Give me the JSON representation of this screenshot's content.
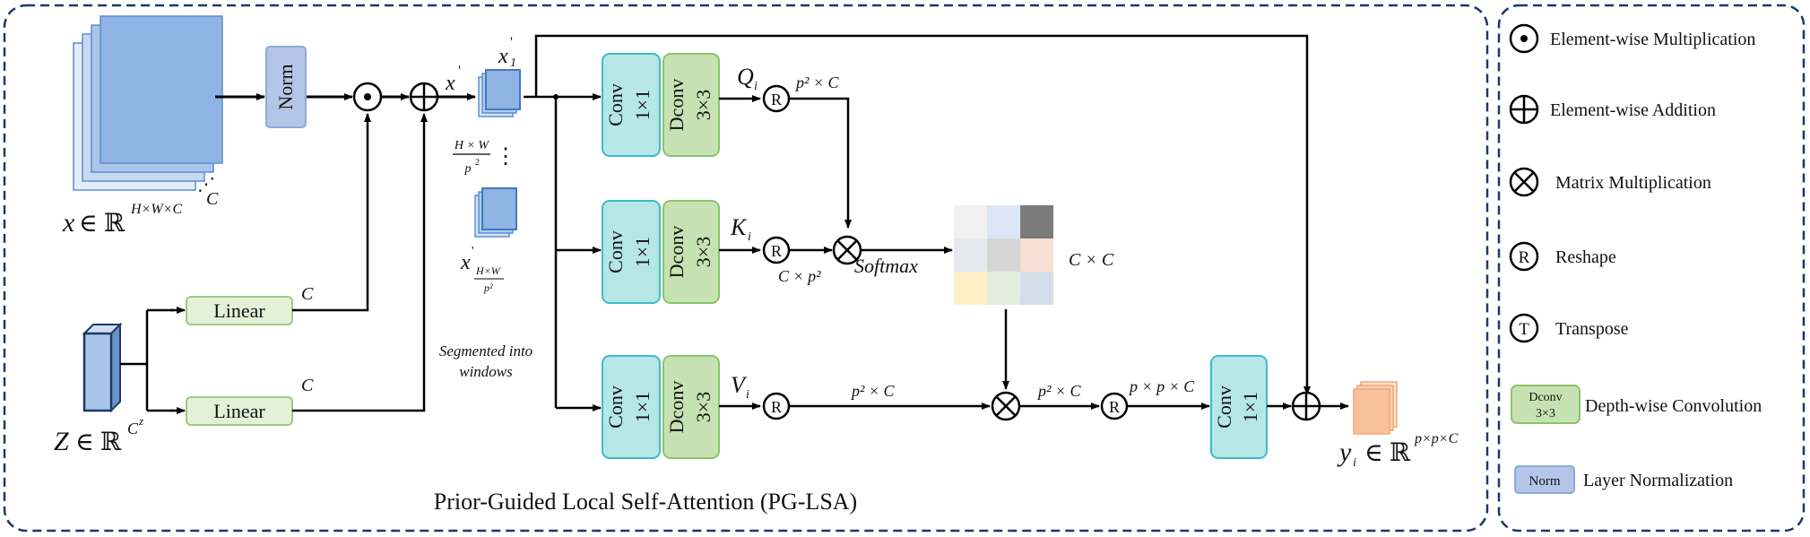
{
  "main": {
    "caption": "Prior-Guided Local Self-Attention (PG-LSA)",
    "norm_label": "Norm",
    "linear_label": "Linear",
    "conv_label": "Conv",
    "conv_kernel": "1×1",
    "dconv_label": "Dconv",
    "dconv_kernel": "3×3",
    "x_symbol": "x",
    "reals_symbol": "∈ ℝ",
    "x_dims": "H×W×C",
    "z_symbol": "Z",
    "z_dims_base": "C",
    "z_dims_sup": "z",
    "stack_c": "C",
    "linear_c_top": "C",
    "linear_c_bottom": "C",
    "x_prime": "x",
    "x1_prime_base": "x",
    "x1_prime_sub": "1",
    "prime_mark": "'",
    "count_numerator": "H × W",
    "count_denominator_base": "p",
    "count_denominator_sup": "2",
    "xlast_base": "x",
    "xlast_sub_num": "H×W",
    "xlast_sub_den": "p²",
    "segmented_line1": "Segmented into",
    "segmented_line2": "windows",
    "q_base": "Q",
    "q_sub": "i",
    "k_base": "K",
    "k_sub": "i",
    "v_base": "V",
    "v_sub": "i",
    "q_shape": "p² × C",
    "k_shape": "C × p²",
    "softmax_label": "Softmax",
    "attn_shape": "C × C",
    "v_shape": "p² × C",
    "out_shape1": "p² × C",
    "out_shape2": "p × p × C",
    "y_base": "y",
    "y_sub": "i",
    "y_dims": "p×p×C",
    "reshape_glyph": "R",
    "attention_cell_colors": [
      "#f0f0f0",
      "#dde6f4",
      "#7b7b7b",
      "#e5e8ec",
      "#d6d6d6",
      "#f8e0d6",
      "#fdf0c8",
      "#e3eddb",
      "#d5dde9"
    ]
  },
  "legend": {
    "items": [
      {
        "icon": "⊙",
        "label": "Element-wise Multiplication"
      },
      {
        "icon": "⊕",
        "label": "Element-wise Addition"
      },
      {
        "icon": "⊗",
        "label": "Matrix Multiplication"
      },
      {
        "icon": "R",
        "label": "Reshape"
      },
      {
        "icon": "T",
        "label": "Transpose"
      },
      {
        "icon": "Dconv 3×3",
        "label": "Depth-wise Convolution"
      },
      {
        "icon": "Norm",
        "label": "Layer Normalization"
      }
    ]
  },
  "colors": {
    "conv_fill": "#b7e6e6",
    "conv_stroke": "#3cbcc8",
    "dconv_fill": "#c7e2b2",
    "dconv_stroke": "#8dc26e",
    "linear_fill": "#e3f1d8",
    "linear_stroke": "#9ccb7e",
    "norm_fill": "#b4c6e7",
    "norm_stroke": "#8ea9d8",
    "feature_blue": "#8fb4e3",
    "output_orange": "#f8c29c",
    "frame": "#1f3864"
  }
}
